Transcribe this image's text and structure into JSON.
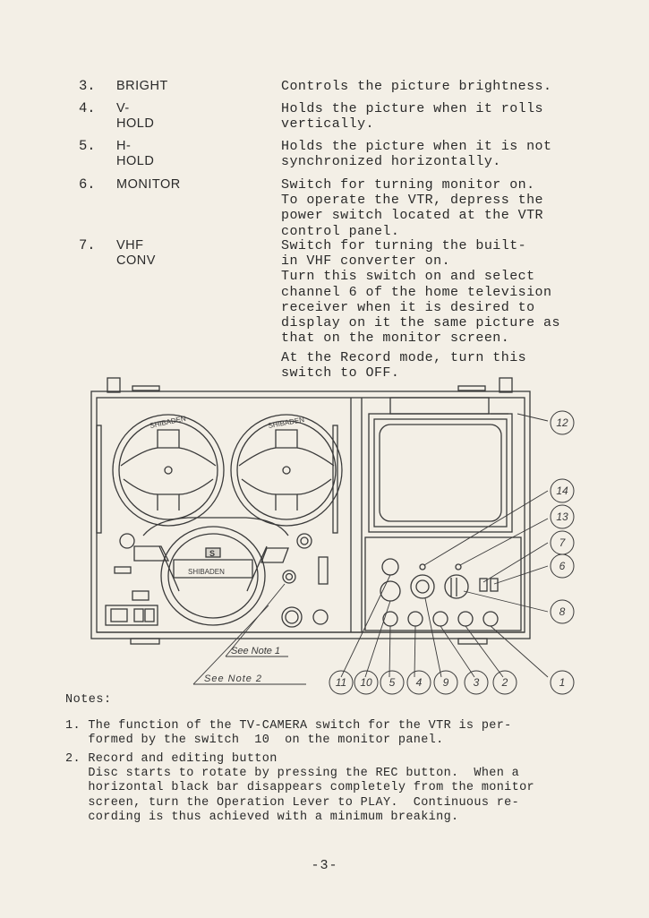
{
  "items": [
    {
      "num": "3.",
      "term": "BRIGHT",
      "desc": [
        "Controls the picture brightness."
      ]
    },
    {
      "num": "4.",
      "term": "V-HOLD",
      "desc": [
        "Holds the picture when it rolls",
        "vertically."
      ]
    },
    {
      "num": "5.",
      "term": "H-HOLD",
      "desc": [
        "Holds the picture when it is not",
        "synchronized horizontally."
      ]
    },
    {
      "num": "6.",
      "term": "MONITOR",
      "desc": [
        "Switch for turning monitor on.",
        "To operate the VTR, depress the",
        "power switch located at the VTR",
        "control panel."
      ]
    },
    {
      "num": "7.",
      "term": "VHF CONV",
      "desc": [
        "Switch for turning the built-",
        "in VHF converter on.",
        "Turn this switch on and select",
        "channel 6 of the home television",
        "receiver when it is desired to",
        "display on it the same picture as",
        "that on the monitor screen."
      ]
    }
  ],
  "extra_desc": [
    "At the Record mode, turn this",
    "switch to OFF."
  ],
  "figure": {
    "reel_brand_left": "SHIBADEN",
    "reel_brand_right": "SHIBADEN",
    "head_brand": "SHIBADEN",
    "logo_glyph": "S",
    "note_1_label": "See Note 1",
    "note_2_label": "See Note 2",
    "callouts": [
      "12",
      "14",
      "13",
      "7",
      "6",
      "8",
      "11",
      "10",
      "5",
      "4",
      "9",
      "3",
      "2",
      "1"
    ]
  },
  "notes": {
    "heading": "Notes:",
    "list": [
      {
        "num": "1.",
        "lines": [
          "The function of the TV-CAMERA switch for the VTR is per-",
          "formed by the switch  10  on the monitor panel."
        ]
      },
      {
        "num": "2.",
        "lines": [
          "Record and editing button",
          "Disc starts to rotate by pressing the REC button.  When a",
          "horizontal black bar disappears completely from the monitor",
          "screen, turn the Operation Lever to PLAY.  Continuous re-",
          "cording is thus achieved with a minimum breaking."
        ]
      }
    ]
  },
  "page_number": "-3-"
}
